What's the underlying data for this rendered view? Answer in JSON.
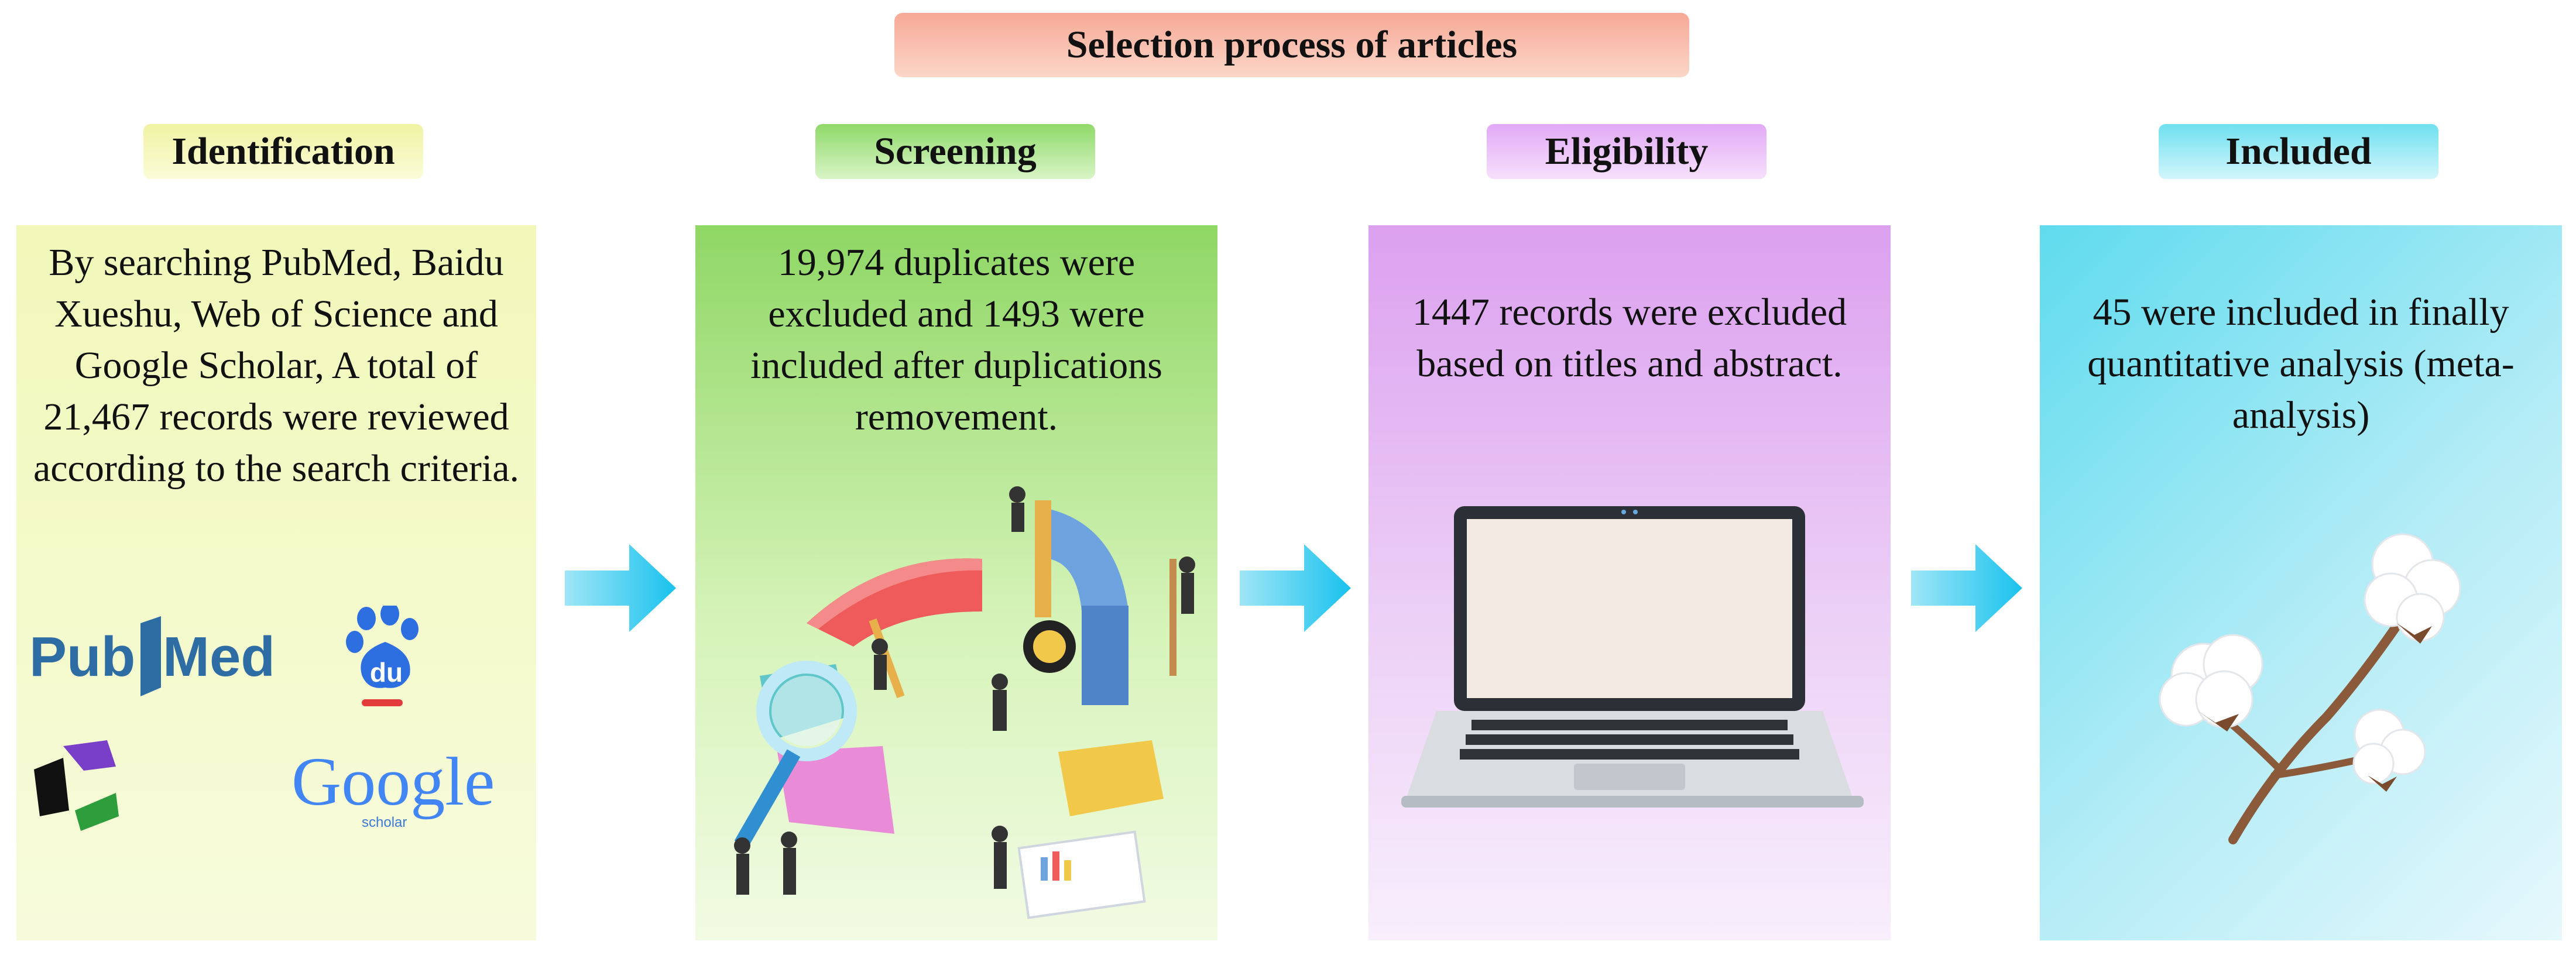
{
  "title": "Selection process of articles",
  "stages": [
    {
      "label": "Identification",
      "text": "By searching PubMed, Baidu Xueshu, Web of Science and Google Scholar, A total of 21,467 records were reviewed according to the search criteria.",
      "logos": {
        "pubmed_a": "Pub",
        "pubmed_b": "Med",
        "baidu": "du",
        "google": "Google",
        "google_sub": "scholar"
      }
    },
    {
      "label": "Screening",
      "text": "19,974 duplicates were excluded and 1493 were included after duplications removement."
    },
    {
      "label": "Eligibility",
      "text": "1447 records were excluded based on titles and abstract."
    },
    {
      "label": "Included",
      "text": "45 were included in finally quantitative analysis (meta-analysis)"
    }
  ],
  "colors": {
    "title_bg": "#f7a996",
    "identification": "#f1f8b9",
    "screening": "#8fd765",
    "eligibility": "#dca0ef",
    "included": "#62dcee",
    "arrow": "#19c2ee"
  },
  "icons": [
    "pubmed-logo",
    "baidu-logo",
    "web-of-science-logo",
    "google-scholar-logo",
    "right-arrow-icon",
    "data-team-illustration",
    "laptop-illustration",
    "cotton-branch-illustration"
  ]
}
